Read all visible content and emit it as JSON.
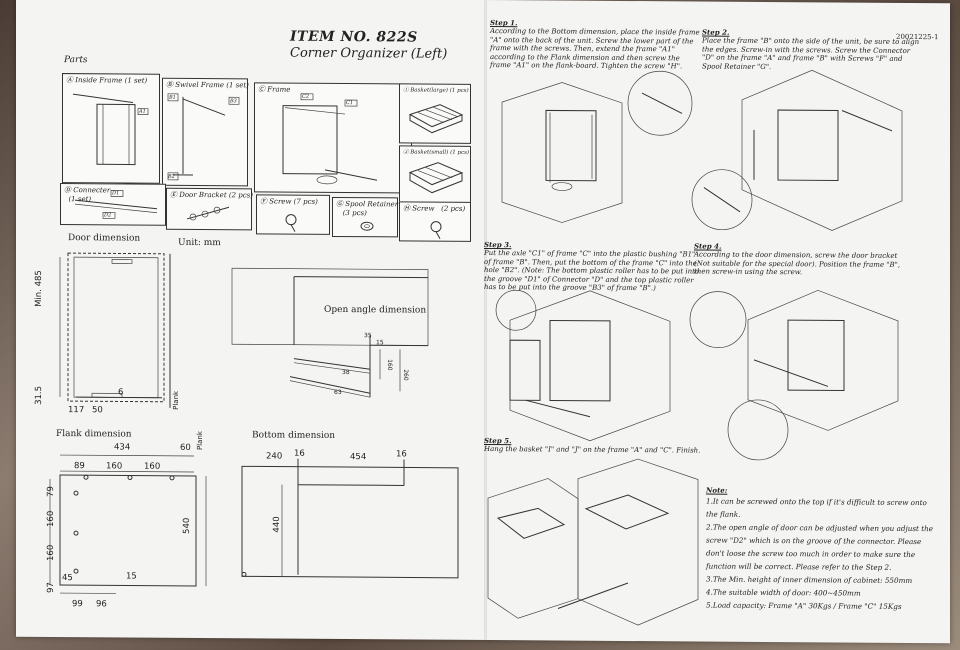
{
  "doc_code": "20021225-1",
  "title": {
    "item": "ITEM NO. 822S",
    "name": "Corner Organizer (Left)"
  },
  "parts_heading": "Parts",
  "parts": [
    {
      "id": "A",
      "label": "Inside Frame",
      "qty": "(1 set)",
      "tags": [
        "A1"
      ]
    },
    {
      "id": "B",
      "label": "Swivel Frame",
      "qty": "(1 set)",
      "tags": [
        "B1",
        "B2",
        "B3"
      ]
    },
    {
      "id": "C",
      "label": "Frame",
      "qty": "",
      "tags": [
        "C1",
        "C2"
      ]
    },
    {
      "id": "I",
      "label": "Basket(large)",
      "qty": "(1 pcs)",
      "tags": []
    },
    {
      "id": "J",
      "label": "Basket(small)",
      "qty": "(1 pcs)",
      "tags": []
    },
    {
      "id": "D",
      "label": "Connecter",
      "qty": "(1 set)",
      "tags": [
        "D1",
        "D2"
      ]
    },
    {
      "id": "E",
      "label": "Door Bracket",
      "qty": "(2 pcs)",
      "tags": []
    },
    {
      "id": "F",
      "label": "Screw",
      "qty": "(7 pcs)",
      "tags": []
    },
    {
      "id": "G",
      "label": "Spool Retainer",
      "qty": "(3 pcs)",
      "tags": []
    },
    {
      "id": "H",
      "label": "Screw",
      "qty": "(2 pcs)",
      "tags": []
    }
  ],
  "door": {
    "heading": "Door dimension",
    "unit": "Unit: mm",
    "min": "Min. 485",
    "d1": "31.5",
    "d2": "117",
    "d3": "50",
    "d4": "6",
    "plank": "Plank"
  },
  "open_angle": {
    "label": "Open angle dimension",
    "d35": "35",
    "d15": "15",
    "d160": "160",
    "d260": "260",
    "d38": "38",
    "d63": "63"
  },
  "flank": {
    "heading": "Flank dimension",
    "plank": "Plank",
    "w434": "434",
    "w60": "60",
    "w89": "89",
    "w160a": "160",
    "w160b": "160",
    "h79": "79",
    "h160a": "160",
    "h160b": "160",
    "h97": "97",
    "h45": "45",
    "h15": "15",
    "h540": "540",
    "b99": "99",
    "b96": "96"
  },
  "bottom": {
    "heading": "Bottom dimension",
    "d240": "240",
    "d16a": "16",
    "d454": "454",
    "d16b": "16",
    "d440": "440"
  },
  "steps": [
    {
      "head": "Step 1.",
      "text": "According to the Bottom dimension, place the inside frame \"A\" onto the back of the unit. Screw the lower part of the frame with the screws. Then, extend the frame \"A1\" according to the Flank dimension and then screw the frame \"A1\" on the flank-board. Tighten the screw \"H\"."
    },
    {
      "head": "Step 2.",
      "text": "Place the frame \"B\" onto the side of the unit, be sure to align the edges. Screw-in with the screws. Screw the Connector \"D\" on the frame \"A\" and frame \"B\" with Screws \"F\" and Spool Retainer \"G\"."
    },
    {
      "head": "Step 3.",
      "text": "Put the axle \"C1\" of frame \"C\" into the plastic bushing \"B1\" of frame \"B\". Then, put the bottom of the frame \"C\" into the hole \"B2\". (Note: The bottom plastic roller has to be put into the groove \"D1\" of Connector \"D\" and the top plastic roller has to be put into the groove \"B3\" of frame \"B\".)"
    },
    {
      "head": "Step 4.",
      "text": "According to the door dimension, screw the door bracket (Not suitable for the special door). Position the frame \"B\", then screw-in using the screw."
    },
    {
      "head": "Step 5.",
      "text": "Hang the basket \"I\" and \"J\" on the frame \"A\" and \"C\". Finish."
    }
  ],
  "notes": {
    "head": "Note:",
    "items": [
      "1.It can be screwed onto the top if it's difficult to screw onto the flank.",
      "2.The open angle of door can be adjusted when you adjust the screw \"D2\" which is on the groove of the connector. Please don't loose the screw too much in order to make sure the function will be correct. Please refer to the Step 2.",
      "3.The Min. height of inner dimension of cabinet: 550mm",
      "4.The suitable width of door: 400~450mm",
      "5.Load capacity: Frame \"A\" 30Kgs / Frame \"C\" 15Kgs"
    ]
  }
}
